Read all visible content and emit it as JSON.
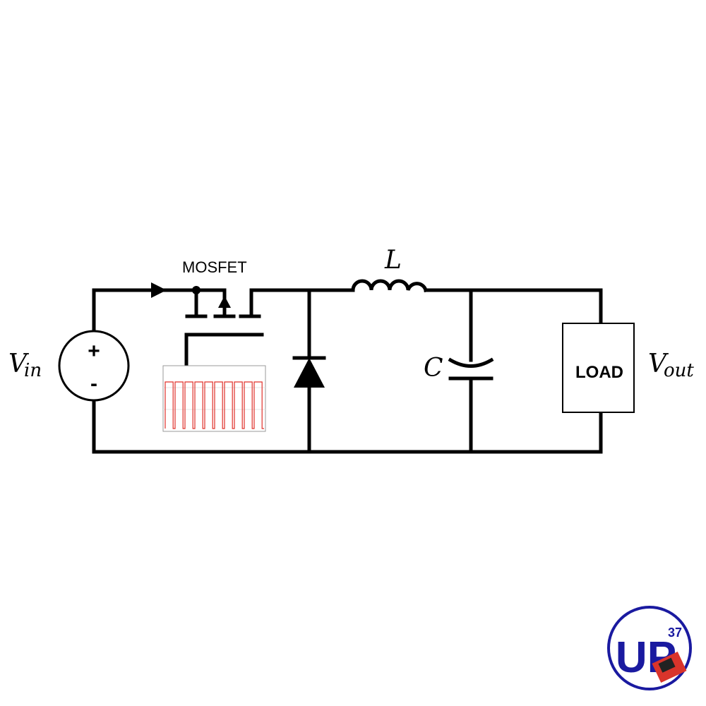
{
  "labels": {
    "mosfet": "MOSFET",
    "inductor": "L",
    "capacitor": "C",
    "load": "LOAD",
    "vin_main": "V",
    "vin_sub": "in",
    "vout_main": "V",
    "vout_sub": "out",
    "source_plus": "+",
    "source_minus": "-"
  },
  "pwm_signal": {
    "pulses": 10,
    "color": "#e0302a"
  },
  "logo": {
    "text": "UP",
    "superscript": "37",
    "color": "#1a1aa0"
  }
}
